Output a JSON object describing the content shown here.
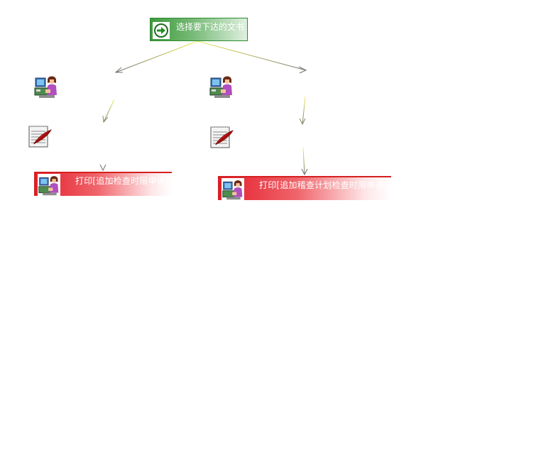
{
  "diagram": {
    "start_node": {
      "label": "选择要下达的文书",
      "icon": "green-arrow-icon",
      "color": "#3d9a3d"
    },
    "branches": [
      {
        "person_icon": "person-at-computer-icon",
        "note_icon": "notepad-quill-icon",
        "end_node": {
          "label": "打印[追加检查时限申请]",
          "icon": "person-at-computer-icon",
          "color": "#e31f2c"
        }
      },
      {
        "person_icon": "person-at-computer-icon",
        "note_icon": "notepad-quill-icon",
        "end_node": {
          "label": "打印[追加稽查计划检查时限申请]",
          "icon": "person-at-computer-icon",
          "color": "#e31f2c"
        }
      }
    ],
    "edge_colors": {
      "start": "#e8e84a",
      "end": "#707070"
    }
  }
}
